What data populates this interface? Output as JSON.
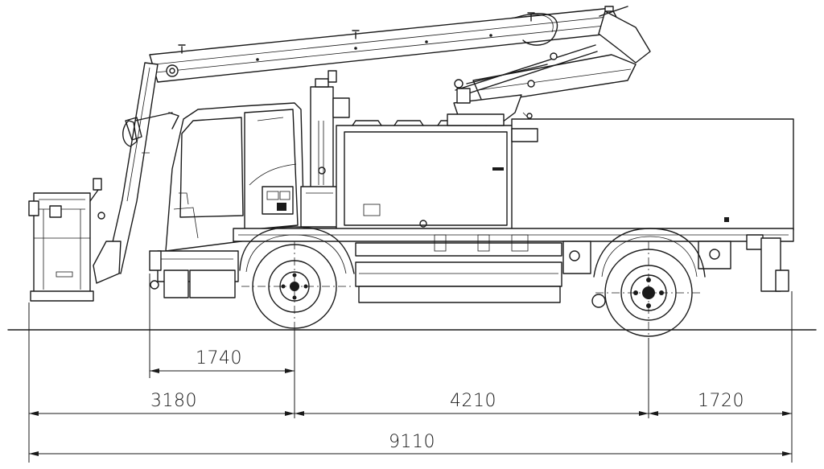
{
  "drawing": {
    "dimensions": [
      {
        "id": "front-overhang-to-front-axle",
        "label": "1740"
      },
      {
        "id": "platform-to-front-axle",
        "label": "3180"
      },
      {
        "id": "wheelbase",
        "label": "4210"
      },
      {
        "id": "rear-overhang",
        "label": "1720"
      },
      {
        "id": "overall-length",
        "label": "9110"
      }
    ]
  }
}
